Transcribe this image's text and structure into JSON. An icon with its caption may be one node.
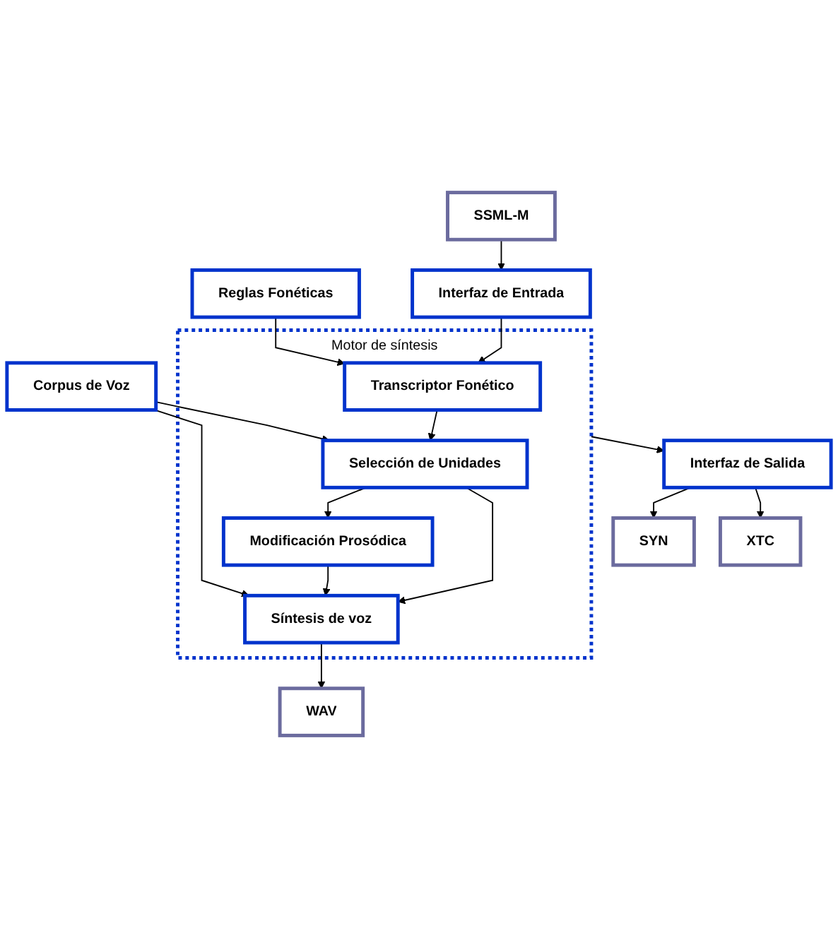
{
  "diagram": {
    "nodes": [
      {
        "text": [
          "SSML-M"
        ]
      },
      {
        "text": [
          "Interfaz de Entrada"
        ]
      },
      {
        "text": [
          "Motor de síntesis"
        ]
      },
      {
        "text": [
          "Reglas Fonéticas"
        ]
      },
      {
        "text": [
          "Transcriptor Fonético"
        ],
        "in": 2
      },
      {
        "text": [
          "Corpus de Voz"
        ]
      },
      {
        "text": [
          "Selección de Unidades"
        ],
        "in": 2
      },
      {
        "text": [
          "Modificación Prosódica"
        ],
        "in": 2
      },
      {
        "text": [
          "Síntesis de voz"
        ],
        "in": 2
      },
      {
        "text": [
          "Interfaz de Salida"
        ]
      },
      {
        "text": [
          "WAV"
        ]
      },
      {
        "text": [
          "SYN"
        ]
      },
      {
        "text": [
          "XTC"
        ]
      }
    ],
    "edges": [
      {
        "from": 0,
        "to": 1,
        "arrow": "to"
      },
      {
        "from": 1,
        "to": 4,
        "arrow": "to"
      },
      {
        "from": 3,
        "to": 4,
        "arrow": "to"
      },
      {
        "from": 4,
        "to": 6,
        "arrow": "to"
      },
      {
        "from": 5,
        "to": 6,
        "arrow": "to"
      },
      {
        "from": 6,
        "to": 7,
        "arrow": "to"
      },
      {
        "from": 6,
        "to": 8,
        "arrow": "to"
      },
      {
        "from": 7,
        "to": 8,
        "arrow": "to"
      },
      {
        "from": 5,
        "to": 8,
        "arrow": "to"
      },
      {
        "from": 8,
        "to": 10,
        "arrow": "to"
      },
      {
        "from": 2,
        "to": 9,
        "arrow": "to"
      },
      {
        "from": 9,
        "to": 11,
        "arrow": "to"
      },
      {
        "from": 9,
        "to": 12,
        "arrow": "to"
      }
    ]
  }
}
